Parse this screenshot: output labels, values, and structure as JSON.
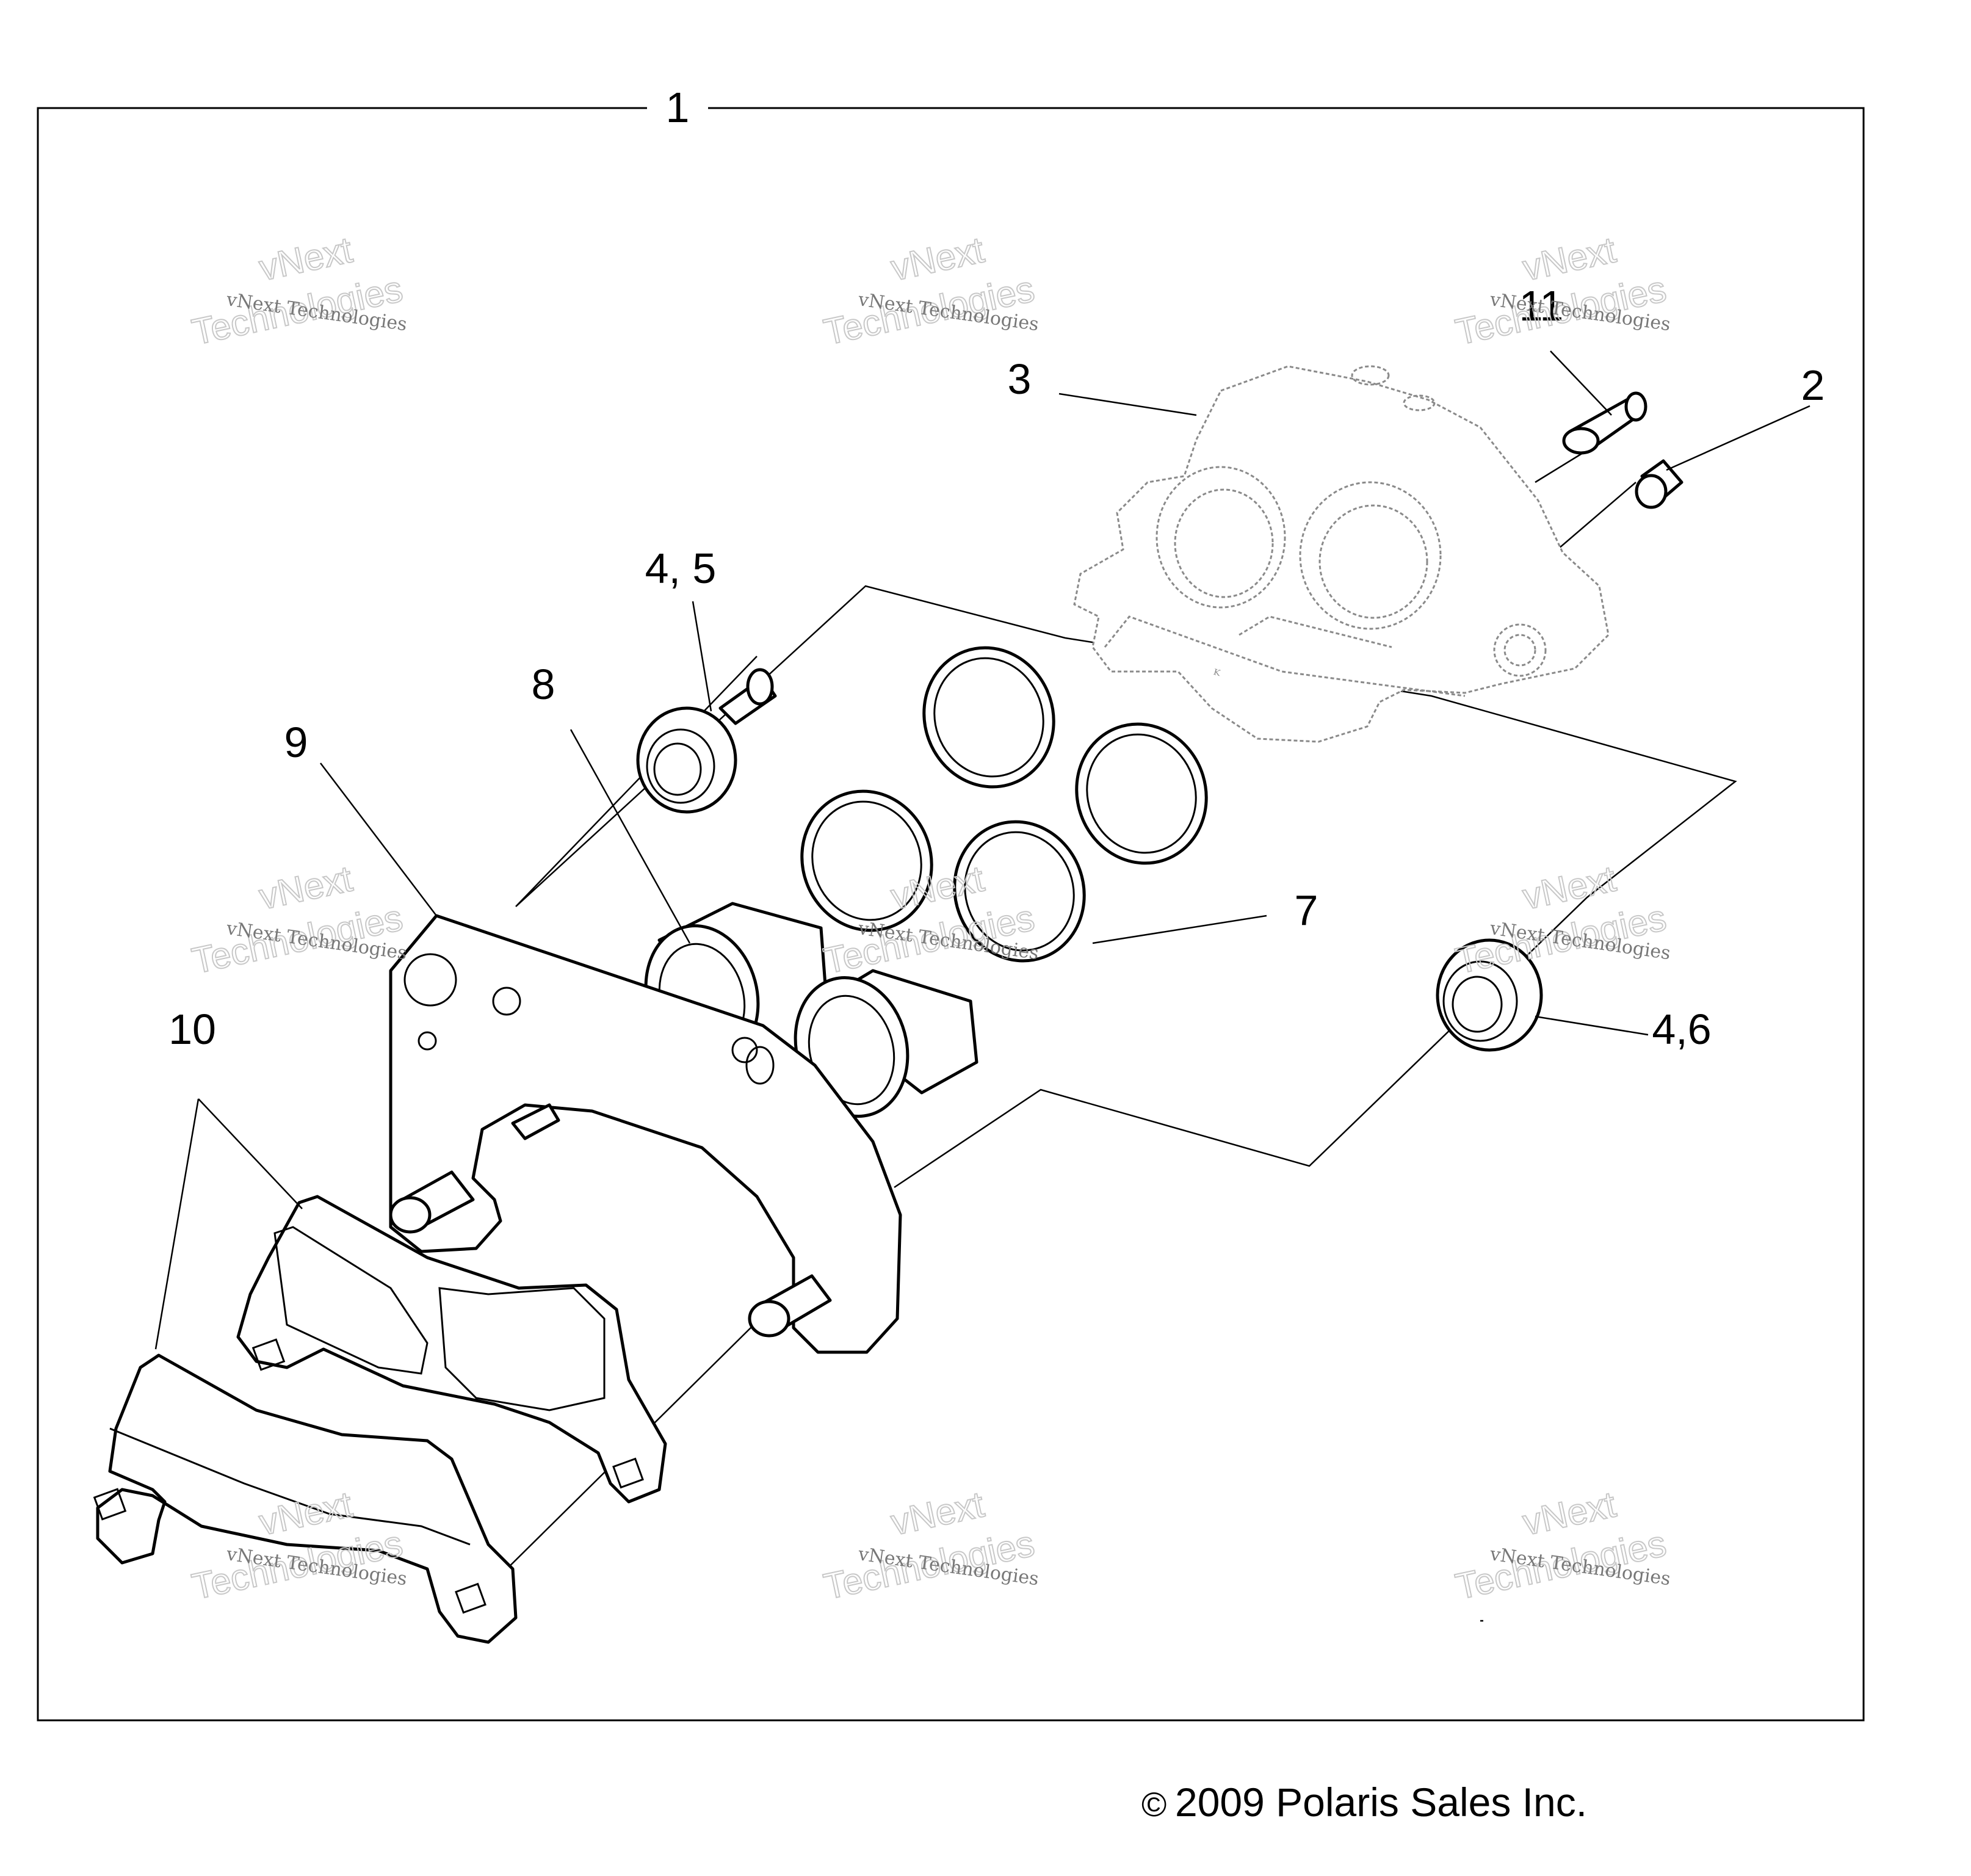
{
  "diagram": {
    "callouts": {
      "c1": "1",
      "c2": "2",
      "c3": "3",
      "c45": "4, 5",
      "c46": "4,6",
      "c7": "7",
      "c8": "8",
      "c9": "9",
      "c10": "10",
      "c11": "11"
    },
    "watermark": {
      "line": "vNext Technologies",
      "word1": "vNext",
      "word2": "Technologies"
    },
    "copyright_symbol": "©",
    "copyright_text": "2009 Polaris Sales Inc."
  }
}
